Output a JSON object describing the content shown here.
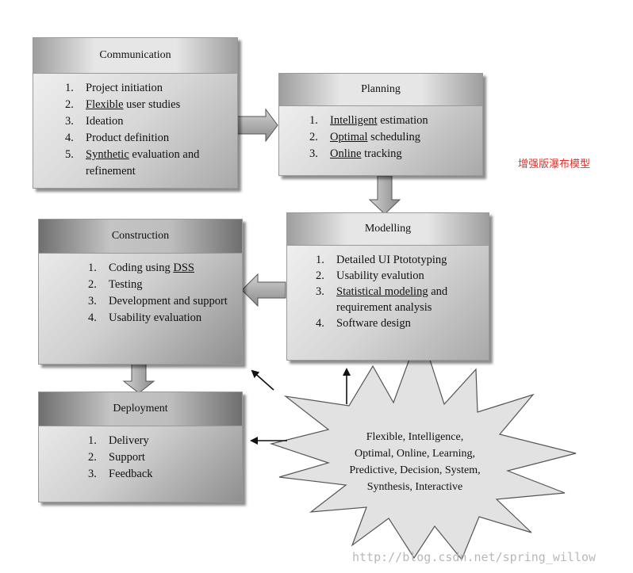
{
  "communication": {
    "title": "Communication",
    "items": [
      {
        "num": "1.",
        "pre": "Project initiation",
        "u": "",
        "post": ""
      },
      {
        "num": "2.",
        "pre": "",
        "u": "Flexible",
        "post": " user studies"
      },
      {
        "num": "3.",
        "pre": "Ideation",
        "u": "",
        "post": ""
      },
      {
        "num": "4.",
        "pre": "Product definition",
        "u": "",
        "post": ""
      },
      {
        "num": "5.",
        "pre": "",
        "u": "Synthetic",
        "post": " evaluation and refinement"
      }
    ]
  },
  "planning": {
    "title": "Planning",
    "items": [
      {
        "num": "1.",
        "pre": "",
        "u": "Intelligent",
        "post": " estimation"
      },
      {
        "num": "2.",
        "pre": "",
        "u": "Optimal",
        "post": " scheduling"
      },
      {
        "num": "3.",
        "pre": "",
        "u": "Online",
        "post": " tracking"
      }
    ]
  },
  "modelling": {
    "title": "Modelling",
    "items": [
      {
        "num": "1.",
        "pre": "Detailed UI Ptototyping",
        "u": "",
        "post": ""
      },
      {
        "num": "2.",
        "pre": "Usability evalution",
        "u": "",
        "post": ""
      },
      {
        "num": "3.",
        "pre": "",
        "u": "Statistical modeling",
        "post": " and requirement analysis"
      },
      {
        "num": "4.",
        "pre": "Software design",
        "u": "",
        "post": ""
      }
    ]
  },
  "construction": {
    "title": "Construction",
    "items": [
      {
        "num": "1.",
        "pre": "Coding using ",
        "u": "DSS",
        "post": ""
      },
      {
        "num": "2.",
        "pre": "Testing",
        "u": "",
        "post": ""
      },
      {
        "num": "3.",
        "pre": "Development and support",
        "u": "",
        "post": ""
      },
      {
        "num": "4.",
        "pre": "Usability evaluation",
        "u": "",
        "post": ""
      }
    ]
  },
  "deployment": {
    "title": "Deployment",
    "items": [
      {
        "num": "1.",
        "pre": "Delivery",
        "u": "",
        "post": ""
      },
      {
        "num": "2.",
        "pre": "Support",
        "u": "",
        "post": ""
      },
      {
        "num": "3.",
        "pre": "Feedback",
        "u": "",
        "post": ""
      }
    ]
  },
  "star": {
    "lines": [
      "Flexible, Intelligence,",
      "Optimal, Online, Learning,",
      "Predictive, Decision, System,",
      "Synthesis, Interactive"
    ]
  },
  "note": "增强版瀑布模型",
  "watermark": "http://blog.csdn.net/spring_willow"
}
